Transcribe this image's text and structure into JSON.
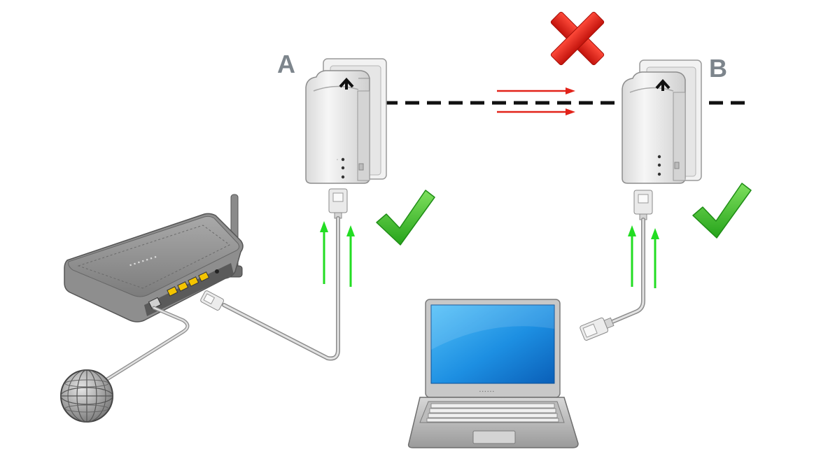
{
  "labels": {
    "adapter_a": "A",
    "adapter_b": "B"
  },
  "status": {
    "powerline_link": "failed",
    "ethernet_a": "ok",
    "ethernet_b": "ok"
  },
  "colors": {
    "x_mark": "#e2231a",
    "check_mark": "#3fbf2a",
    "signal_arrow_green": "#22dd22",
    "signal_arrow_red": "#e2231a",
    "powerline": "#111111",
    "laptop_screen": "#1e8fe0",
    "device_body": "#e8e8e8"
  },
  "icons": {
    "router": "router-icon",
    "globe": "globe-icon",
    "laptop": "laptop-icon",
    "adapter": "powerline-adapter-icon",
    "check": "check-icon",
    "x": "x-icon"
  }
}
